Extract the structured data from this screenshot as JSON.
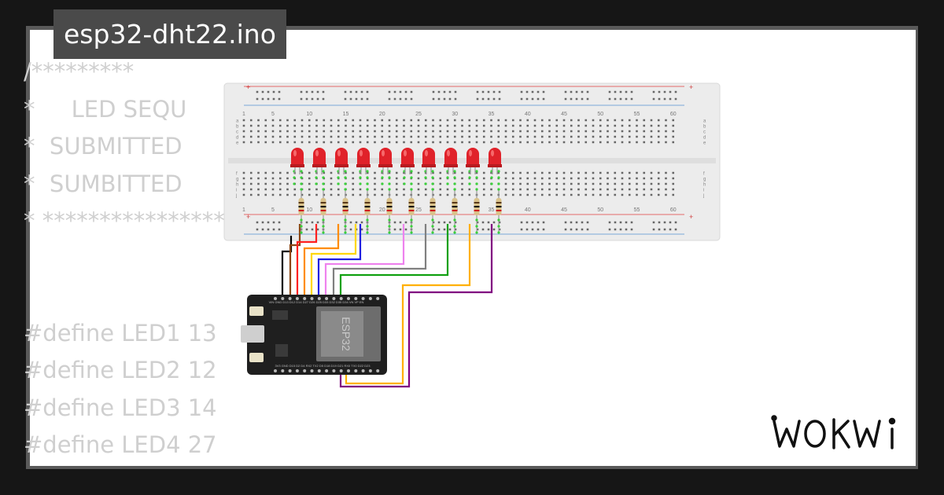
{
  "window": {
    "filename": "esp32-dht22.ino"
  },
  "code_lines": [
    "/*********",
    "*     LED SEQU",
    "*  SUBMITTED",
    "*  SUMBITTED",
    "* ******************************************/",
    "",
    "",
    "#define LED1 13",
    "#define LED2 12",
    "#define LED3 14",
    "#define LED4 27"
  ],
  "breadboard": {
    "column_numbers": [
      "1",
      "5",
      "10",
      "15",
      "20",
      "25",
      "30",
      "35",
      "40",
      "45",
      "50",
      "55",
      "60"
    ],
    "row_letters_top": [
      "a",
      "b",
      "c",
      "d",
      "e"
    ],
    "row_letters_bottom": [
      "f",
      "g",
      "h",
      "i",
      "j"
    ],
    "rail_plus": "+",
    "rail_minus": "-"
  },
  "circuit": {
    "led_count": 10,
    "led_color": "#e0222a",
    "resistor_count": 10,
    "wire_colors": [
      "#000000",
      "#8b4513",
      "#ff2020",
      "#ff8c00",
      "#ffd700",
      "#1e1ee0",
      "#ee82ee",
      "#808080",
      "#10a010",
      "#ffb000",
      "#800080"
    ]
  },
  "board": {
    "chip_label": "ESP32",
    "top_pins": "VIN GND D13 D12 D14 D27 D26 D25 D33 D32 D35 D34 VN VP EN",
    "bottom_pins": "3V3 GND D15 D2 D4 RX2 TX2 D5 D18 D19 D21 RX0 TX0 D22 D23"
  },
  "brand": {
    "logo_text": "WOKWI"
  }
}
